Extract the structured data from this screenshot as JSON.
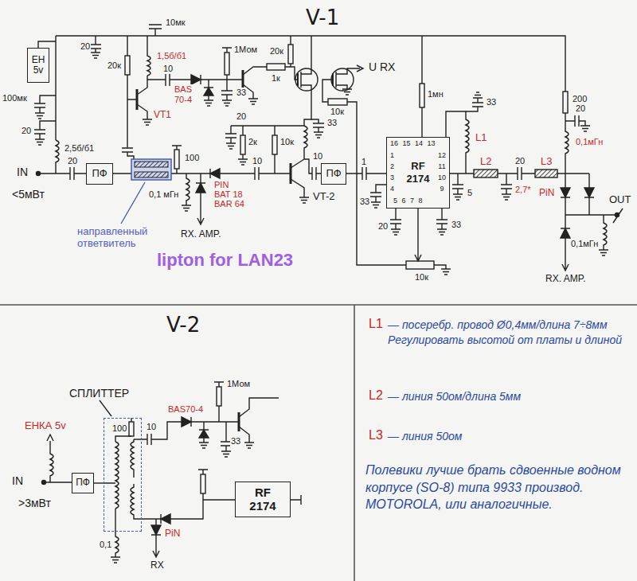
{
  "diagram": {
    "nodes": [
      {
        "text": [
          "ЕН 5v"
        ]
      },
      {
        "text": [
          "ПФ"
        ]
      },
      {
        "text": [
          "ПФ"
        ]
      },
      {
        "text": [
          "16 15 14 13",
          "1 2 3 4",
          "RF 2174",
          "12 11 10 9",
          "5 6 7 8"
        ]
      },
      {
        "text": [
          "ПФ"
        ]
      },
      {
        "text": [
          "СПЛИТТЕР"
        ]
      },
      {
        "text": [
          "RF 2174"
        ]
      }
    ],
    "edges": [
      {
        "from": 4,
        "to": 5,
        "arrow": "none"
      }
    ],
    "labels": [
      "V-1",
      "10мк",
      "100мк",
      "20",
      "2,5б/б1",
      "IN",
      "20",
      "<5мВт",
      "20",
      "20к",
      "VT1",
      "1,5б/б1",
      "10",
      "BAS 70-4",
      "1Мом",
      "33",
      "1к",
      "20к",
      "U RX",
      "10к",
      "20",
      "2к",
      "10к",
      "33",
      "100",
      "PIN",
      "BAT 18",
      "BAR 64",
      "0,1 мГн",
      "10",
      "VT-2",
      "RX. AMP.",
      "направленный ответвитель",
      "10",
      "1",
      "1мн",
      "33",
      "L1",
      "L2",
      "5",
      "2,7*",
      "20",
      "L3",
      "200",
      "20",
      "0,1мГн",
      "PiN",
      "OUT",
      "0,1мГн",
      "RX. AMP.",
      "33",
      "20",
      "33",
      "10к",
      "lipton for LAN23",
      "V-2",
      "ЕНКА 5v",
      "IN",
      ">3мВт",
      "100",
      "10",
      "BAS70-4",
      "1Мом",
      "33",
      "0,1",
      "PiN",
      "RX",
      "L1",
      "— посеребр. провод Ø0,4мм/длина 7÷8мм Регулировать высотой от платы и длиной",
      "L2",
      "— линия 50ом/длина 5мм",
      "L3",
      "— линия 50ом",
      "Полевики лучше брать сдвоенные водном корпусе (SO-8) типа 9933 производ. MOTOROLA, или аналогичные."
    ]
  }
}
